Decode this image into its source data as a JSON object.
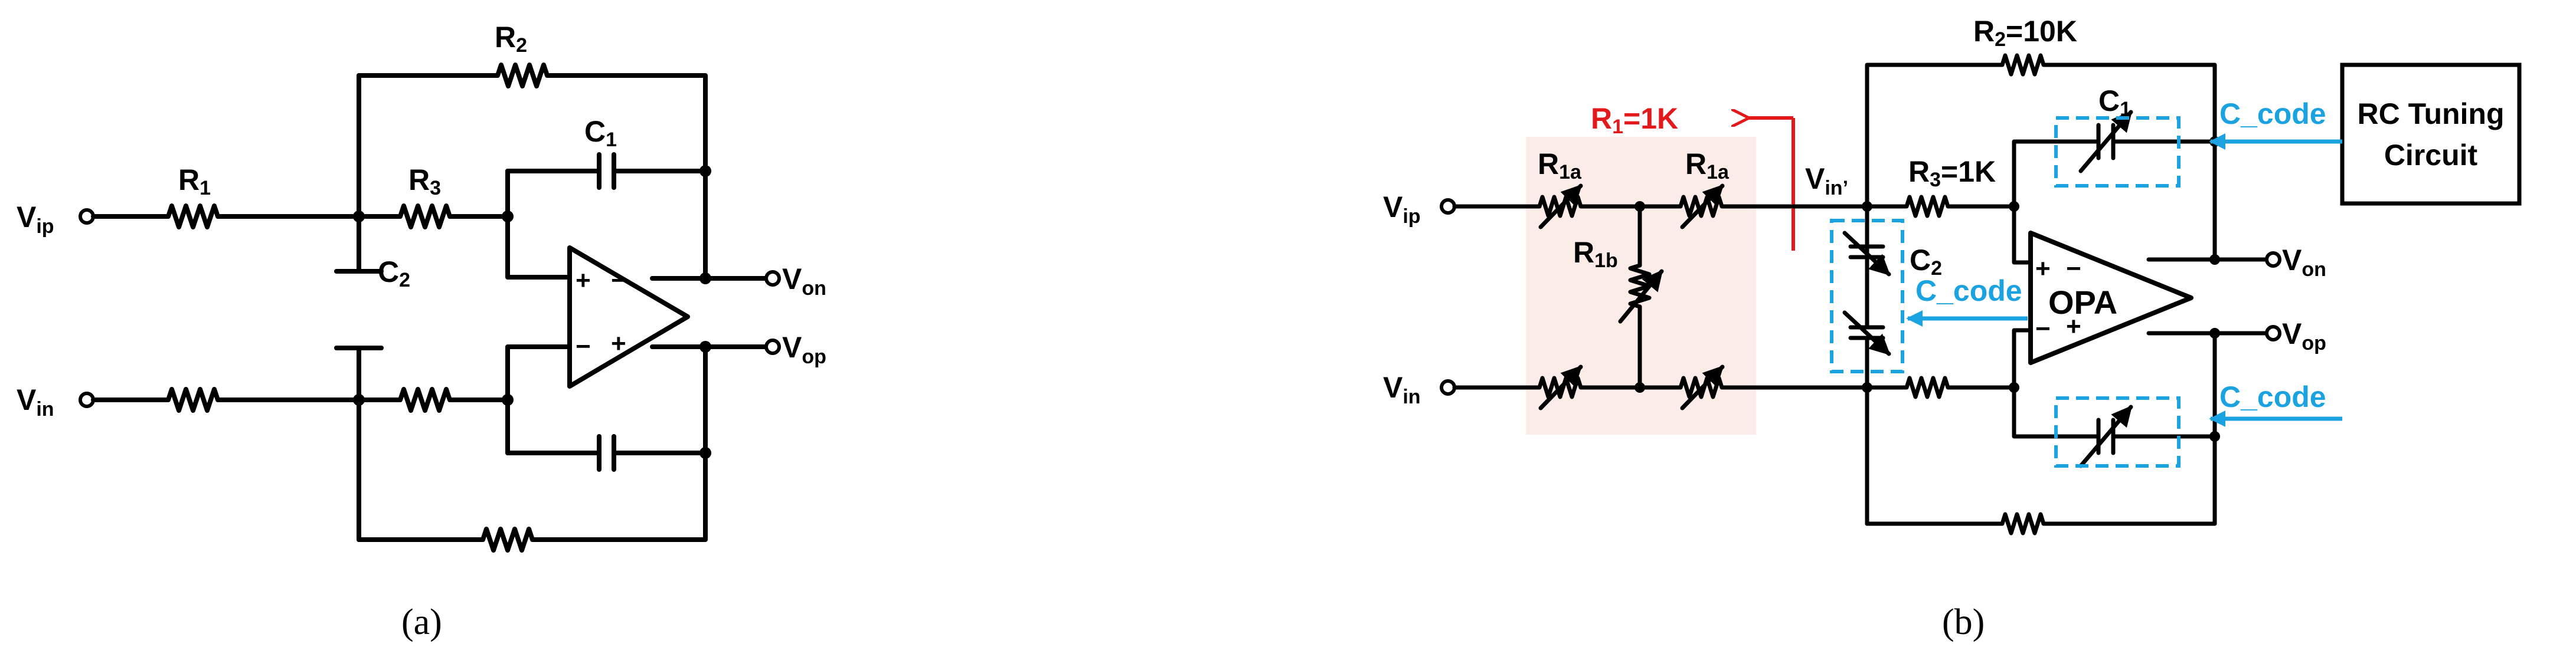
{
  "colors": {
    "wire": "#000000",
    "highlight_red": "#e31a1c",
    "code_blue": "#1aa3e0",
    "shade": "#fbece8"
  },
  "panel_a": {
    "caption": "(a)",
    "labels": {
      "vip": {
        "main": "V",
        "sub": "ip"
      },
      "vin": {
        "main": "V",
        "sub": "in"
      },
      "von": {
        "main": "V",
        "sub": "on"
      },
      "vop": {
        "main": "V",
        "sub": "op"
      },
      "r1": {
        "main": "R",
        "sub": "1"
      },
      "r2": {
        "main": "R",
        "sub": "2"
      },
      "r3": {
        "main": "R",
        "sub": "3"
      },
      "c1": {
        "main": "C",
        "sub": "1"
      },
      "c2": {
        "main": "C",
        "sub": "2"
      }
    },
    "opamp": {
      "plus_top": "+",
      "minus_top": "−",
      "minus_bot": "−",
      "plus_bot": "+"
    }
  },
  "panel_b": {
    "caption": "(b)",
    "labels": {
      "vip": {
        "main": "V",
        "sub": "ip"
      },
      "vin": {
        "main": "V",
        "sub": "in"
      },
      "von": {
        "main": "V",
        "sub": "on"
      },
      "vop": {
        "main": "V",
        "sub": "op"
      },
      "vin_prime": {
        "main": "V",
        "sub": "in’"
      },
      "r1a_left": {
        "main": "R",
        "sub": "1a"
      },
      "r1a_right": {
        "main": "R",
        "sub": "1a"
      },
      "r1b": {
        "main": "R",
        "sub": "1b"
      },
      "r1_total": {
        "main": "R",
        "sub": "1",
        "tail": "=1K"
      },
      "r2": {
        "main": "R",
        "sub": "2",
        "tail": "=10K"
      },
      "r3": {
        "main": "R",
        "sub": "3",
        "tail": "=1K"
      },
      "c1": {
        "main": "C",
        "sub": "1"
      },
      "c2": {
        "main": "C",
        "sub": "2"
      }
    },
    "opamp": {
      "name": "OPA",
      "plus_top": "+",
      "minus_top": "−",
      "minus_bot": "−",
      "plus_bot": "+"
    },
    "c_code": [
      "C_code",
      "C_code",
      "C_code"
    ],
    "tuning_block": {
      "line1": "RC Tuning",
      "line2": "Circuit"
    }
  }
}
